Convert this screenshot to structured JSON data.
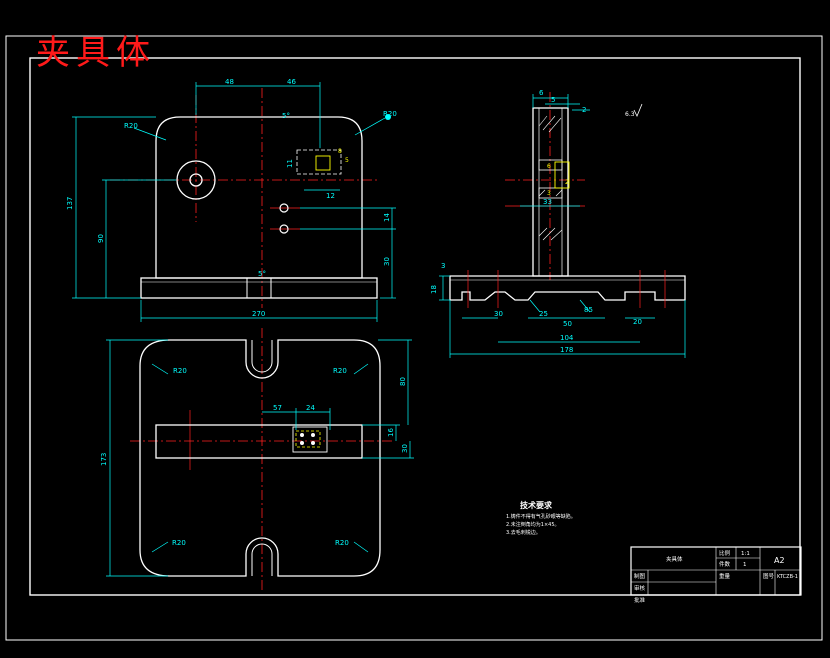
{
  "title": "夹具体",
  "colors": {
    "background": "#000000",
    "outline": "#ffffff",
    "dimension": "#00ffff",
    "centerline": "#ff2020",
    "title_text": "#ff1a1a",
    "highlight": "#ffff00"
  },
  "front_view": {
    "dims": {
      "d48": "48",
      "d46": "46",
      "angle": "5°",
      "r20_top_left": "R20",
      "r20_top_right": "R20",
      "height_total": "137",
      "height_bore": "90",
      "h14": "14",
      "h30": "30",
      "width_total": "270",
      "hole_12": "12",
      "hole_11": "11",
      "hole_8": "8",
      "hole_5": "5"
    }
  },
  "side_view": {
    "dims": {
      "top_6": "6",
      "top_5": "5",
      "top_2": "2",
      "d6": "6",
      "d3": "3",
      "d2": "2",
      "d33": "33",
      "base_h": "18",
      "base_3": "3",
      "w30": "30",
      "w50": "50",
      "w25": "25",
      "w20": "20",
      "w85": "85",
      "w104": "104",
      "w178": "178",
      "roughness": "6.3"
    }
  },
  "top_view": {
    "dims": {
      "r20_tl": "R20",
      "r20_tr": "R20",
      "r20_bl": "R20",
      "r20_br": "R20",
      "d57": "57",
      "d24": "24",
      "h173": "173",
      "h80": "80",
      "h16": "16",
      "h30": "30"
    }
  },
  "notes": {
    "heading": "技术要求",
    "lines": [
      "1.铸件不得有气孔砂眼等缺陷。",
      "2.未注倒角均为1×45。",
      "3.去毛刺锐边。"
    ]
  },
  "title_block": {
    "part_name": "夹具体",
    "scale_label": "比例",
    "scale_value": "1:1",
    "sheet_size": "A2",
    "qty_label": "件数",
    "qty_value": "1",
    "weight_label": "重量",
    "drawing_no_label": "图号",
    "drawing_no": "KTCZB-1",
    "designer_label": "制图",
    "checker_label": "审核",
    "approver_label": "批准"
  }
}
